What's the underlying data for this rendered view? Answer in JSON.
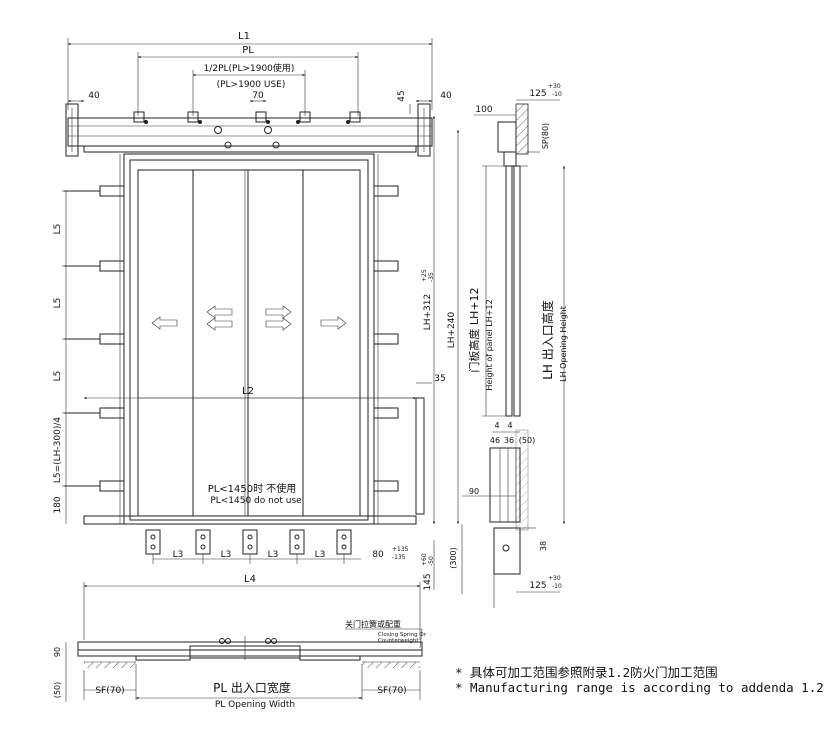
{
  "dims": {
    "l1": "L1",
    "pl": "PL",
    "half_pl_cn": "1/2PL(PL>1900使用)",
    "half_pl_en": "(PL>1900 USE)",
    "d70": "70",
    "d40": "40",
    "d45": "45",
    "d100": "100",
    "d125_top": "125",
    "tol_125": [
      "+30",
      "-10"
    ],
    "sp80": "SP(80)",
    "l5": "L5",
    "l5_formula": "L5=(LH-300)/4",
    "d180": "180",
    "l2": "L2",
    "d35": "35",
    "lh240": "LH+240",
    "lh312": "LH+312",
    "tol_312": [
      "+25",
      "-35"
    ],
    "pl1450_cn": "PL<1450时 不使用",
    "pl1450_en": "PL<1450 do not use",
    "l3": "L3",
    "d80": "80",
    "tol_80": [
      "+135",
      "-135"
    ],
    "d145": "145",
    "tol_145": [
      "+60",
      "-50"
    ],
    "d300": "(300)",
    "d38": "38",
    "d125_bottom": "125",
    "d4a": "4",
    "d4b": "4",
    "d46": "46",
    "d36": "36",
    "d50": "(50)",
    "d90_side": "90",
    "door_h_cn": "门板高度  LH+12",
    "door_h_en": "Height of panel LH+12",
    "open_h_cn": "LH 出入口高度",
    "open_h_en": "LH Opening Height",
    "l4": "L4",
    "spring_cn": "关门拉簧或配重",
    "spring_en_1": "Closing Spring Or",
    "spring_en_2": "Counterweight",
    "d90_plan": "90",
    "d50_plan": "(50)",
    "sf_left": "SF(70)",
    "sf_right": "SF(70)",
    "pl_width_cn": "PL 出入口宽度",
    "pl_width_en": "PL Opening Width"
  },
  "notes": {
    "cn": "* 具体可加工范围参照附录1.2防火门加工范围",
    "en": "* Manufacturing range is according to addenda 1.2"
  }
}
